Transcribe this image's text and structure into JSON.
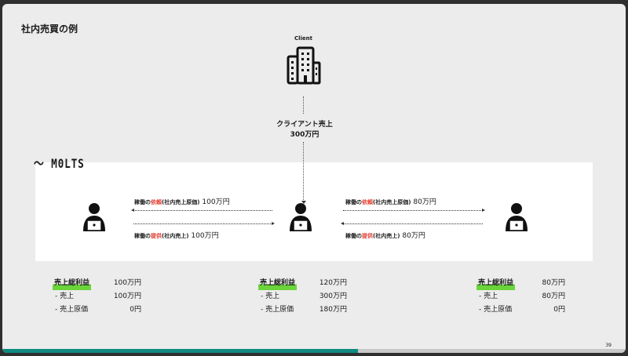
{
  "title": "社内売買の例",
  "client": {
    "label": "Client",
    "sales_label": "クライアント売上",
    "sales_amount": "300万円"
  },
  "logo": "MOLTS",
  "flows": {
    "left": {
      "request": {
        "prefix": "稼働の",
        "highlight": "依頼",
        "suffix": "(社内売上原価)",
        "amount": "100万円"
      },
      "provide": {
        "prefix": "稼働の",
        "highlight": "提供",
        "suffix": "(社内売上)",
        "amount": "100万円"
      }
    },
    "right": {
      "request": {
        "prefix": "稼働の",
        "highlight": "依頼",
        "suffix": "(社内売上原価)",
        "amount": "80万円"
      },
      "provide": {
        "prefix": "稼働の",
        "highlight": "提供",
        "suffix": "(社内売上)",
        "amount": "80万円"
      }
    }
  },
  "summaries": [
    {
      "gross_label": "売上総利益",
      "gross": "100万円",
      "sales_label": "- 売上",
      "sales": "100万円",
      "cost_label": "- 売上原価",
      "cost": "0円"
    },
    {
      "gross_label": "売上総利益",
      "gross": "120万円",
      "sales_label": "- 売上",
      "sales": "300万円",
      "cost_label": "- 売上原価",
      "cost": "180万円"
    },
    {
      "gross_label": "売上総利益",
      "gross": "80万円",
      "sales_label": "- 売上",
      "sales": "80万円",
      "cost_label": "- 売上原価",
      "cost": "0円"
    }
  ],
  "page_number": "39",
  "progress": 0.57,
  "colors": {
    "highlight_red": "#e33a2c",
    "marker_green": "#6ad43a",
    "progress_teal": "#0f8a80"
  }
}
